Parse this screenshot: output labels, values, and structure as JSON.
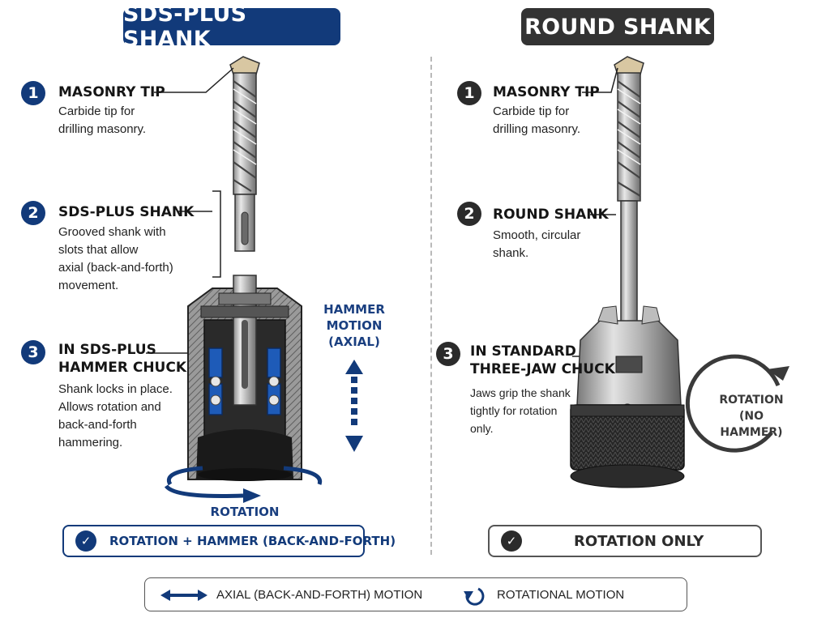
{
  "colors": {
    "navy": "#123a7a",
    "dark": "#2b2b2b",
    "blue_accent": "#1e5bb8"
  },
  "left": {
    "title": "SDS-PLUS SHANK",
    "items": [
      {
        "num": "1",
        "title": "MASONRY TIP",
        "desc": "Carbide tip for\ndrilling masonry."
      },
      {
        "num": "2",
        "title": "SDS-PLUS SHANK",
        "desc": "Grooved shank with\nslots that allow\naxial (back-and-forth)\nmovement."
      },
      {
        "num": "3",
        "title": "IN SDS-PLUS\nHAMMER CHUCK",
        "desc": "Shank locks in place.\nAllows rotation and\nback-and-forth\nhammering."
      }
    ],
    "hammer_motion": "HAMMER\nMOTION\n(AXIAL)",
    "rotation": "ROTATION",
    "result": "ROTATION + HAMMER (BACK-AND-FORTH)"
  },
  "right": {
    "title": "ROUND SHANK",
    "items": [
      {
        "num": "1",
        "title": "MASONRY TIP",
        "desc": "Carbide tip for\ndrilling masonry."
      },
      {
        "num": "2",
        "title": "ROUND SHANK",
        "desc": "Smooth, circular\nshank."
      },
      {
        "num": "3",
        "title": "IN STANDARD\nTHREE-JAW CHUCK",
        "desc": "Jaws grip the shank\ntightly for rotation\nonly."
      }
    ],
    "rotation": "ROTATION\n(NO HAMMER)",
    "result": "ROTATION ONLY"
  },
  "legend": {
    "axial": "AXIAL (BACK-AND-FORTH) MOTION",
    "rotational": "ROTATIONAL MOTION"
  }
}
